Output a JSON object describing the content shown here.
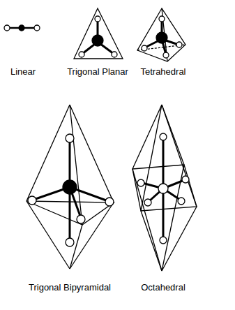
{
  "diagram": {
    "labels": [
      "Linear",
      "Trigonal Planar",
      "Tetrahedral",
      "Trigonal Bipyramidal",
      "Octahedral"
    ]
  }
}
